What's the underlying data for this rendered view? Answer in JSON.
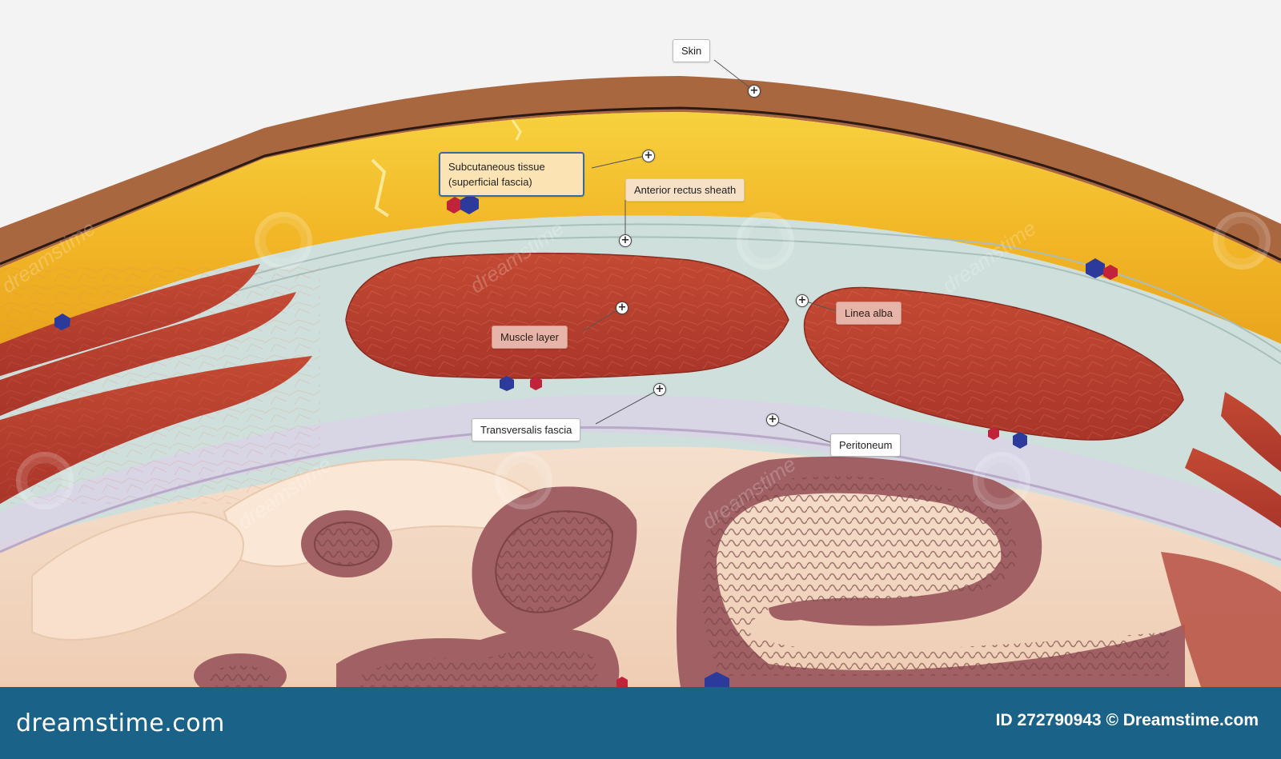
{
  "labels": {
    "skin": "Skin",
    "subcutaneous": "Subcutaneous tissue (superficial fascia)",
    "anterior_rectus_sheath": "Anterior rectus sheath",
    "linea_alba": "Linea alba",
    "muscle_layer": "Muscle layer",
    "transversalis_fascia": "Transversalis fascia",
    "peritoneum": "Peritoneum"
  },
  "pin_icon": "plus-circle-icon",
  "watermark": {
    "text": "dreamstime"
  },
  "footer": {
    "brand": "dreamstime.com",
    "image_id": "ID 272790943 © Dreamstime.com"
  },
  "colors": {
    "skin": "#a9673f",
    "fat": "#f2b727",
    "fascia": "#c9dcd8",
    "muscle": "#b8402c",
    "viscera": "#f4d8c2",
    "bowel_wall": "#9d5f63",
    "footer": "#1b6288"
  }
}
